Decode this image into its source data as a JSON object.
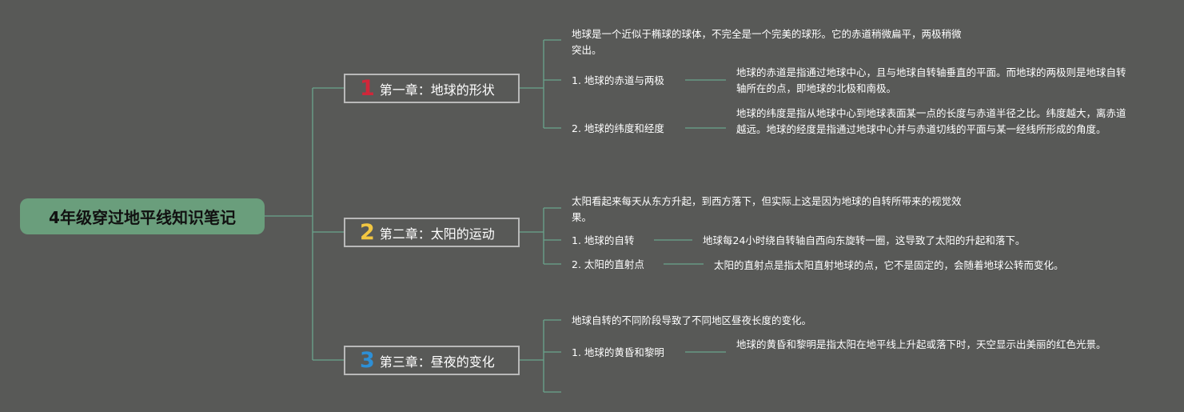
{
  "root": {
    "title": "4年级穿过地平线知识笔记"
  },
  "chapters": [
    {
      "number": "1",
      "title": "第一章：地球的形状",
      "number_color": "#d0273a",
      "intro": "地球是一个近似于椭球的球体，不完全是一个完美的球形。它的赤道稍微扁平，两极稍微突出。",
      "items": [
        {
          "label": "1. 地球的赤道与两极",
          "detail": "地球的赤道是指通过地球中心，且与地球自转轴垂直的平面。而地球的两极则是地球自转轴所在的点，即地球的北极和南极。"
        },
        {
          "label": "2. 地球的纬度和经度",
          "detail": "地球的纬度是指从地球中心到地球表面某一点的长度与赤道半径之比。纬度越大，离赤道越远。地球的经度是指通过地球中心并与赤道切线的平面与某一经线所形成的角度。"
        }
      ]
    },
    {
      "number": "2",
      "title": "第二章：太阳的运动",
      "number_color": "#f2c641",
      "intro": "太阳看起来每天从东方升起，到西方落下，但实际上这是因为地球的自转所带来的视觉效果。",
      "items": [
        {
          "label": "1. 地球的自转",
          "detail": "地球每24小时绕自转轴自西向东旋转一圈，这导致了太阳的升起和落下。"
        },
        {
          "label": "2. 太阳的直射点",
          "detail": "太阳的直射点是指太阳直射地球的点，它不是固定的，会随着地球公转而变化。"
        }
      ]
    },
    {
      "number": "3",
      "title": "第三章：昼夜的变化",
      "number_color": "#2d8fd6",
      "intro": "地球自转的不同阶段导致了不同地区昼夜长度的变化。",
      "items": [
        {
          "label": "1. 地球的黄昏和黎明",
          "detail": "地球的黄昏和黎明是指太阳在地平线上升起或落下时，天空显示出美丽的红色光景。"
        }
      ]
    }
  ],
  "colors": {
    "background": "#585957",
    "root_fill": "#6a9e7c",
    "connector": "#6aa48c",
    "chapter_border": "#b9b9b9",
    "text": "#ffffff"
  }
}
